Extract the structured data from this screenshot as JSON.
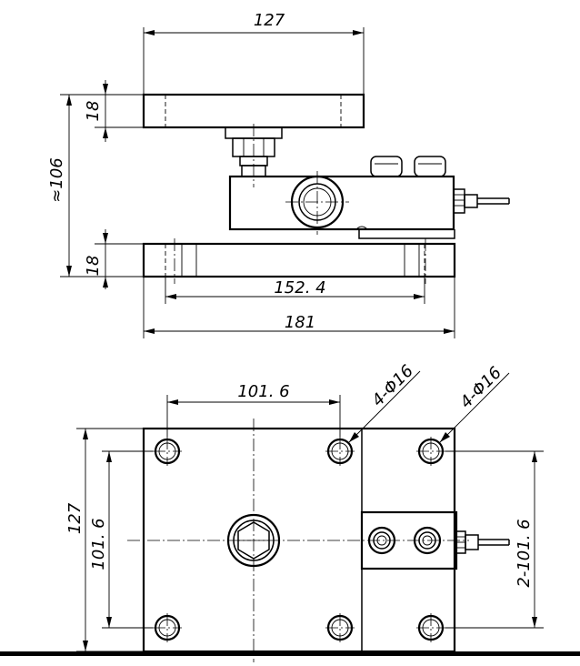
{
  "side_view": {
    "top_plate_width": "127",
    "top_plate_thickness": "18",
    "overall_height": "≈106",
    "base_plate_thickness": "18",
    "bolt_spacing": "152. 4",
    "base_length": "181"
  },
  "top_view": {
    "hole_spacing_x": "101. 6",
    "holes_left": "4-Φ16",
    "holes_right": "4-Φ16",
    "overall_height": "127",
    "hole_spacing_y": "101. 6",
    "right_hole_spacing_y": "2-101. 6"
  }
}
